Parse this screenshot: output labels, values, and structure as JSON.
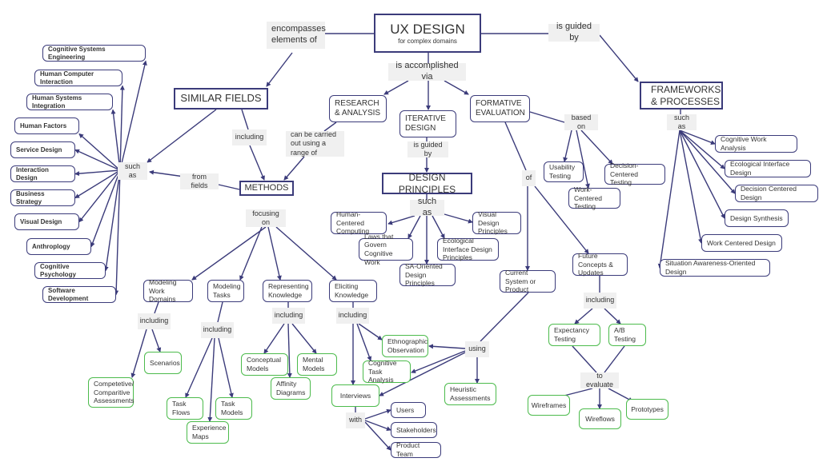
{
  "title": {
    "main": "UX DESIGN",
    "subtitle": "for complex domains"
  },
  "colors": {
    "node_border": "#3b3b7a",
    "leaf_border": "#4cbb4c",
    "label_bg": "#f0f0f0",
    "edge": "#3b3b7a"
  },
  "labels": {
    "encompasses": "encompasses elements of",
    "accomplished": "is accomplished via",
    "guided_top": "is guided by",
    "including_sf": "including",
    "such_as_sf": "such as",
    "from_fields": "from fields",
    "carried_out": "can be carried out using a range of",
    "focusing_on": "focusing on",
    "guided_mid": "is guided by",
    "such_as_dp": "such as",
    "based_on": "based on",
    "of": "of",
    "such_as_fw": "such as",
    "including_mwd": "including",
    "including_mt": "including",
    "including_rk": "including",
    "including_ek": "including",
    "using": "using",
    "with": "with",
    "including_fc": "including",
    "to_evaluate": "to evaluate"
  },
  "nodes": {
    "similar_fields": "SIMILAR FIELDS",
    "methods": "METHODS",
    "research": "RESEARCH & ANALYSIS",
    "iterative": "ITERATIVE DESIGN",
    "formative": "FORMATIVE EVALUATION",
    "frameworks": "FRAMEWORKS & PROCESSES",
    "design_principles": "DESIGN PRINCIPLES",
    "modeling_work_domains": "Modeling Work Domains",
    "modeling_tasks": "Modeling Tasks",
    "representing_knowledge": "Representing Knowledge",
    "eliciting_knowledge": "Eliciting Knowledge",
    "current_system": "Current System or Product",
    "future_concepts": "Future Concepts & Updates",
    "usability_testing": "Usability Testing",
    "work_centered_testing": "Work-Centered Testing",
    "decision_centered_testing": "Decision-Centered Testing"
  },
  "similar_fields": [
    "Cognitive Systems Engineering",
    "Human Computer Interaction",
    "Human Systems Integration",
    "Human Factors",
    "Service Design",
    "Interaction Design",
    "Business Strategy",
    "Visual Design",
    "Anthroplogy",
    "Cognitive Psychology",
    "Software Development"
  ],
  "design_principles": [
    "Human-Centered Computing",
    "Laws that Govern Cognitive Work",
    "SA-Oriented Design Principles",
    "Ecological Interface Design Principles",
    "Visual Design Principles"
  ],
  "frameworks": [
    "Cognitive Work Analysis",
    "Ecological Interface Design",
    "Decision Centered Design",
    "Design Synthesis",
    "Work Centered Design",
    "Situation Awareness-Oriented Design"
  ],
  "leaves": {
    "competetive": "Competetive/ Comparitive Assessments",
    "scenarios": "Scenarios",
    "task_flows": "Task Flows",
    "experience_maps": "Experience Maps",
    "task_models": "Task Models",
    "conceptual_models": "Conceptual Models",
    "affinity_diagrams": "Affinity Diagrams",
    "mental_models": "Mental Models",
    "ethnographic": "Ethnographic Observation",
    "cognitive_task": "Cognitive Task Analysis",
    "interviews": "Interviews",
    "heuristic": "Heuristic Assessments",
    "expectancy": "Expectancy Testing",
    "ab_testing": "A/B Testing",
    "wireframes": "Wireframes",
    "wireflows": "Wireflows",
    "prototypes": "Prototypes"
  },
  "interviewees": [
    "Users",
    "Stakeholders",
    "Product Team"
  ]
}
